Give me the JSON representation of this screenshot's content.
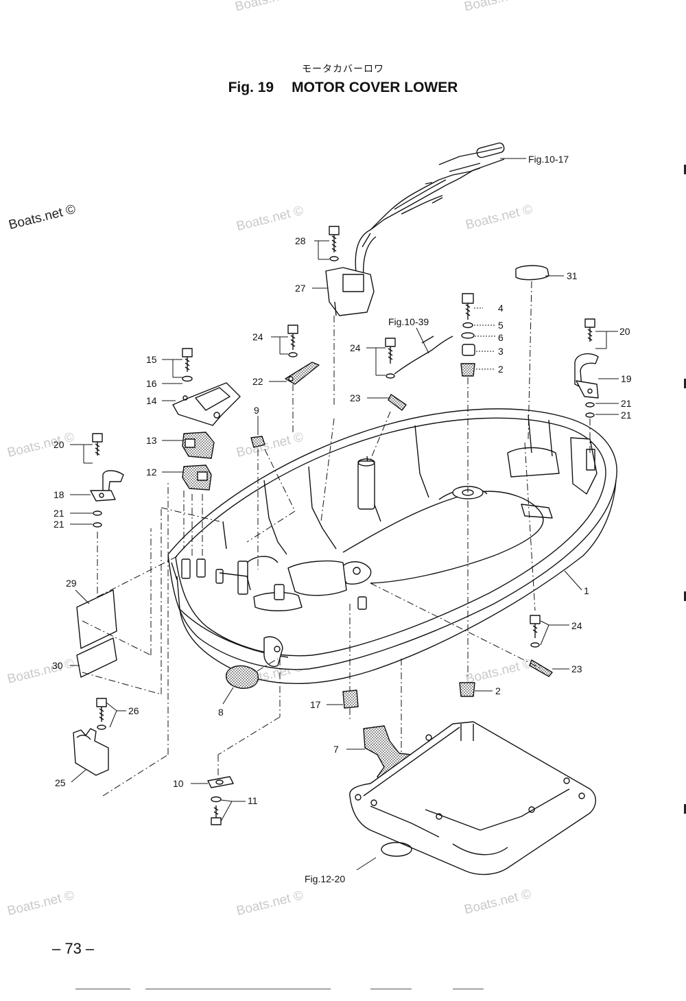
{
  "header": {
    "japanese_title": "モータカバーロワ",
    "fig_label": "Fig. 19",
    "title": "MOTOR COVER LOWER"
  },
  "page_number": "– 73 –",
  "watermark": {
    "text": "Boats.net ©"
  },
  "figure_refs": {
    "wiring": "Fig.10-17",
    "cable": "Fig.10-39",
    "oil_pan": "Fig.12-20"
  },
  "callouts": {
    "c1": "1",
    "c2a": "2",
    "c2b": "2",
    "c3": "3",
    "c4": "4",
    "c5": "5",
    "c6": "6",
    "c7": "7",
    "c8": "8",
    "c9": "9",
    "c10": "10",
    "c11": "11",
    "c12": "12",
    "c13": "13",
    "c14": "14",
    "c15": "15",
    "c16": "16",
    "c17": "17",
    "c18": "18",
    "c19": "19",
    "c20a": "20",
    "c20b": "20",
    "c21a": "21",
    "c21b": "21",
    "c21c": "21",
    "c21d": "21",
    "c22": "22",
    "c23a": "23",
    "c23b": "23",
    "c24a": "24",
    "c24b": "24",
    "c24c": "24",
    "c25": "25",
    "c26": "26",
    "c27": "27",
    "c28": "28",
    "c29": "29",
    "c30": "30",
    "c31": "31"
  },
  "colors": {
    "line": "#111111",
    "watermark": "#c9c9c9",
    "hatch": "#555555"
  }
}
